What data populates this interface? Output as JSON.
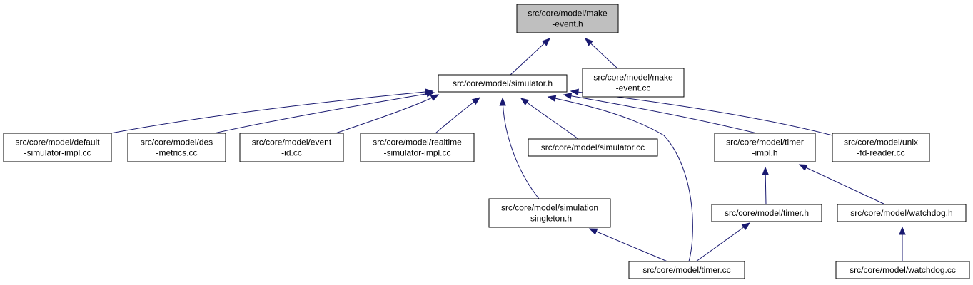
{
  "colors": {
    "edge": "#191970",
    "root_fill": "#bfbfbf",
    "node_fill": "#ffffff",
    "node_border": "#000000"
  },
  "nodes": [
    {
      "id": "make_event_h",
      "lines": [
        "src/core/model/make",
        "-event.h"
      ],
      "highlight": true
    },
    {
      "id": "simulator_h",
      "lines": [
        "src/core/model/simulator.h"
      ]
    },
    {
      "id": "make_event_cc",
      "lines": [
        "src/core/model/make",
        "-event.cc"
      ]
    },
    {
      "id": "default_sim",
      "lines": [
        "src/core/model/default",
        "-simulator-impl.cc"
      ]
    },
    {
      "id": "des_metrics",
      "lines": [
        "src/core/model/des",
        "-metrics.cc"
      ]
    },
    {
      "id": "event_id",
      "lines": [
        "src/core/model/event",
        "-id.cc"
      ]
    },
    {
      "id": "realtime_sim",
      "lines": [
        "src/core/model/realtime",
        "-simulator-impl.cc"
      ]
    },
    {
      "id": "simulator_cc",
      "lines": [
        "src/core/model/simulator.cc"
      ]
    },
    {
      "id": "timer_impl",
      "lines": [
        "src/core/model/timer",
        "-impl.h"
      ]
    },
    {
      "id": "unix_fd",
      "lines": [
        "src/core/model/unix",
        "-fd-reader.cc"
      ]
    },
    {
      "id": "sim_singleton",
      "lines": [
        "src/core/model/simulation",
        "-singleton.h"
      ]
    },
    {
      "id": "timer_h",
      "lines": [
        "src/core/model/timer.h"
      ]
    },
    {
      "id": "watchdog_h",
      "lines": [
        "src/core/model/watchdog.h"
      ]
    },
    {
      "id": "timer_cc",
      "lines": [
        "src/core/model/timer.cc"
      ]
    },
    {
      "id": "watchdog_cc",
      "lines": [
        "src/core/model/watchdog.cc"
      ]
    }
  ],
  "edges": [
    {
      "from": "simulator_h",
      "to": "make_event_h"
    },
    {
      "from": "make_event_cc",
      "to": "make_event_h"
    },
    {
      "from": "default_sim",
      "to": "simulator_h"
    },
    {
      "from": "des_metrics",
      "to": "simulator_h"
    },
    {
      "from": "event_id",
      "to": "simulator_h"
    },
    {
      "from": "realtime_sim",
      "to": "simulator_h"
    },
    {
      "from": "sim_singleton",
      "to": "simulator_h"
    },
    {
      "from": "simulator_cc",
      "to": "simulator_h"
    },
    {
      "from": "timer_cc",
      "to": "simulator_h"
    },
    {
      "from": "timer_impl",
      "to": "simulator_h"
    },
    {
      "from": "unix_fd",
      "to": "simulator_h"
    },
    {
      "from": "timer_cc",
      "to": "sim_singleton"
    },
    {
      "from": "timer_h",
      "to": "timer_impl"
    },
    {
      "from": "watchdog_h",
      "to": "timer_impl"
    },
    {
      "from": "timer_cc",
      "to": "timer_h"
    },
    {
      "from": "watchdog_cc",
      "to": "watchdog_h"
    }
  ]
}
